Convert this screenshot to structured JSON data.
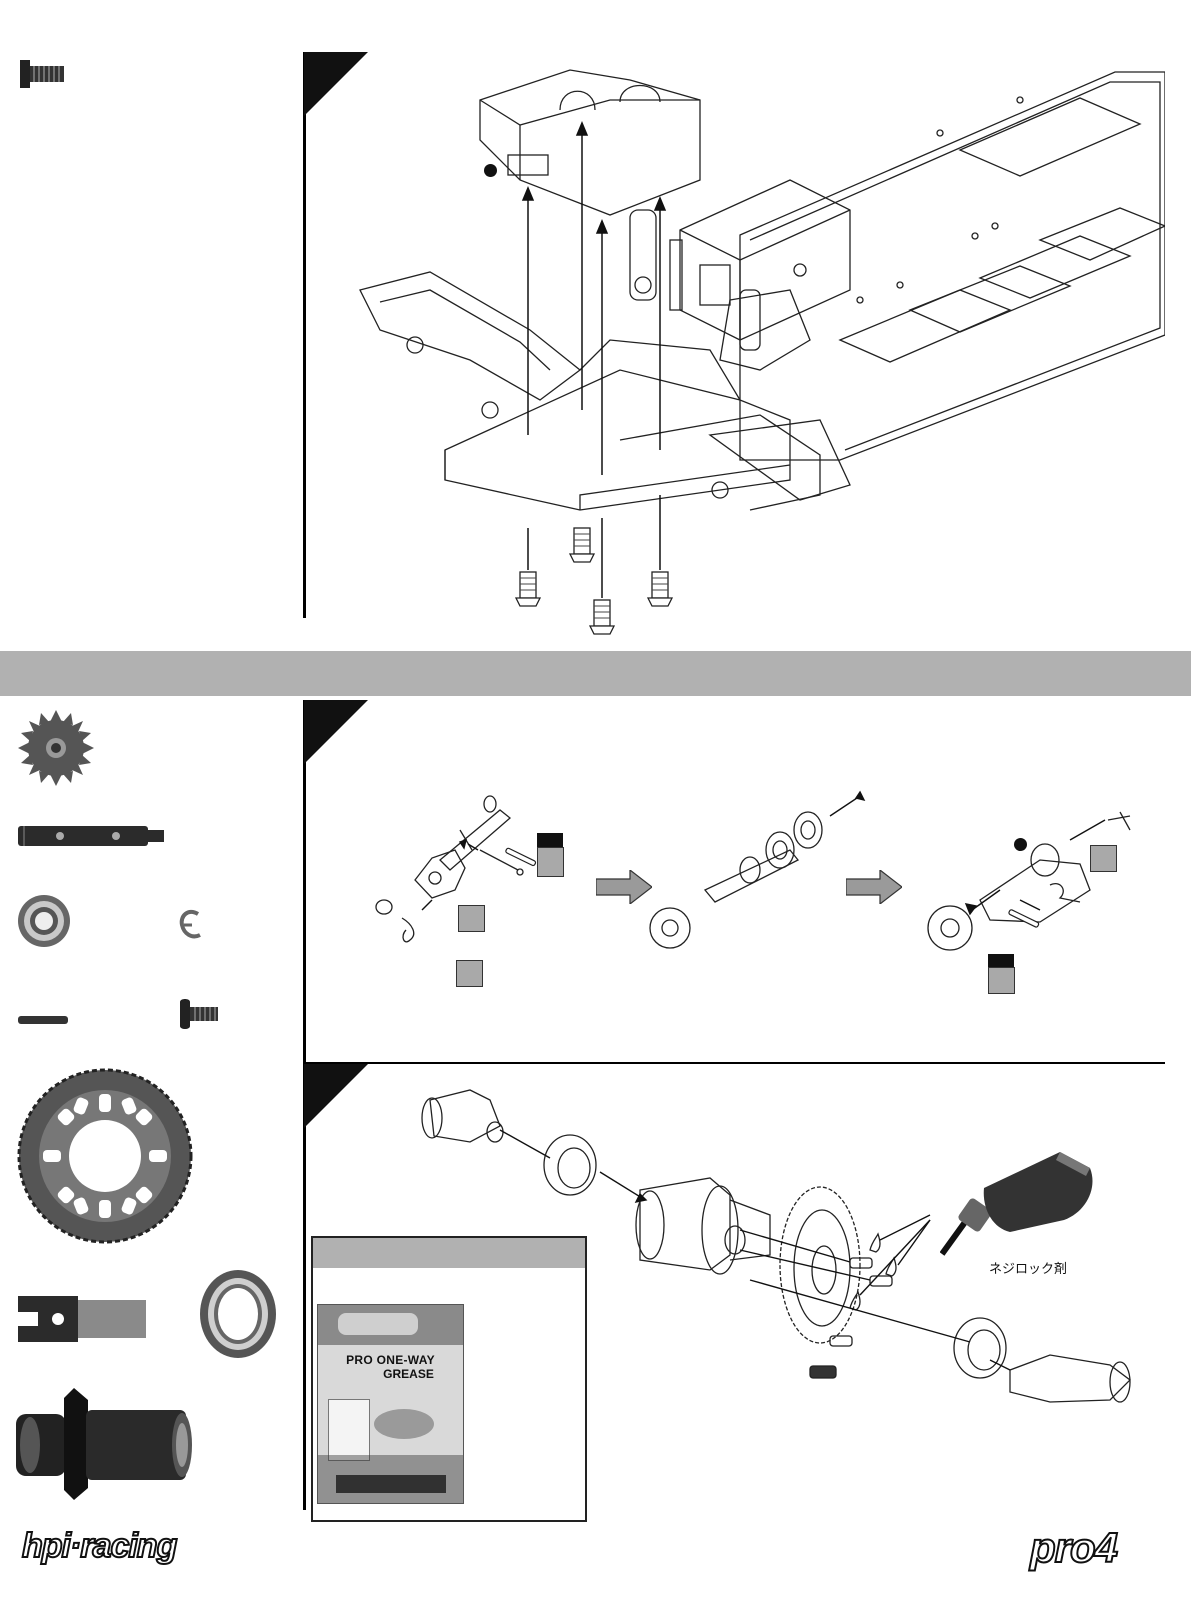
{
  "step_upper": {
    "label_marker": "●"
  },
  "step_diff_assembly": {
    "label_marker": "●"
  },
  "step_diff_final": {
    "threadlock_label": "ネジロック剤"
  },
  "grease_box": {
    "product_title_line1": "PRO ONE-WAY",
    "product_title_line2": "GREASE"
  },
  "footer": {
    "left_logo": "hpi·racing",
    "right_logo": "pro4"
  },
  "colors": {
    "section_bar": "#b1b1b1",
    "part_tag": "#a9a9a9",
    "black": "#111111"
  },
  "icons": [
    "screw-icon",
    "bevel-gear-icon",
    "diff-shaft-icon",
    "bearing-icon",
    "e-clip-icon",
    "pin-icon",
    "button-screw-icon",
    "ring-gear-icon",
    "outdrive-icon",
    "large-bearing-icon",
    "diff-case-icon",
    "glue-bottle-icon",
    "arrow-right-icon"
  ]
}
